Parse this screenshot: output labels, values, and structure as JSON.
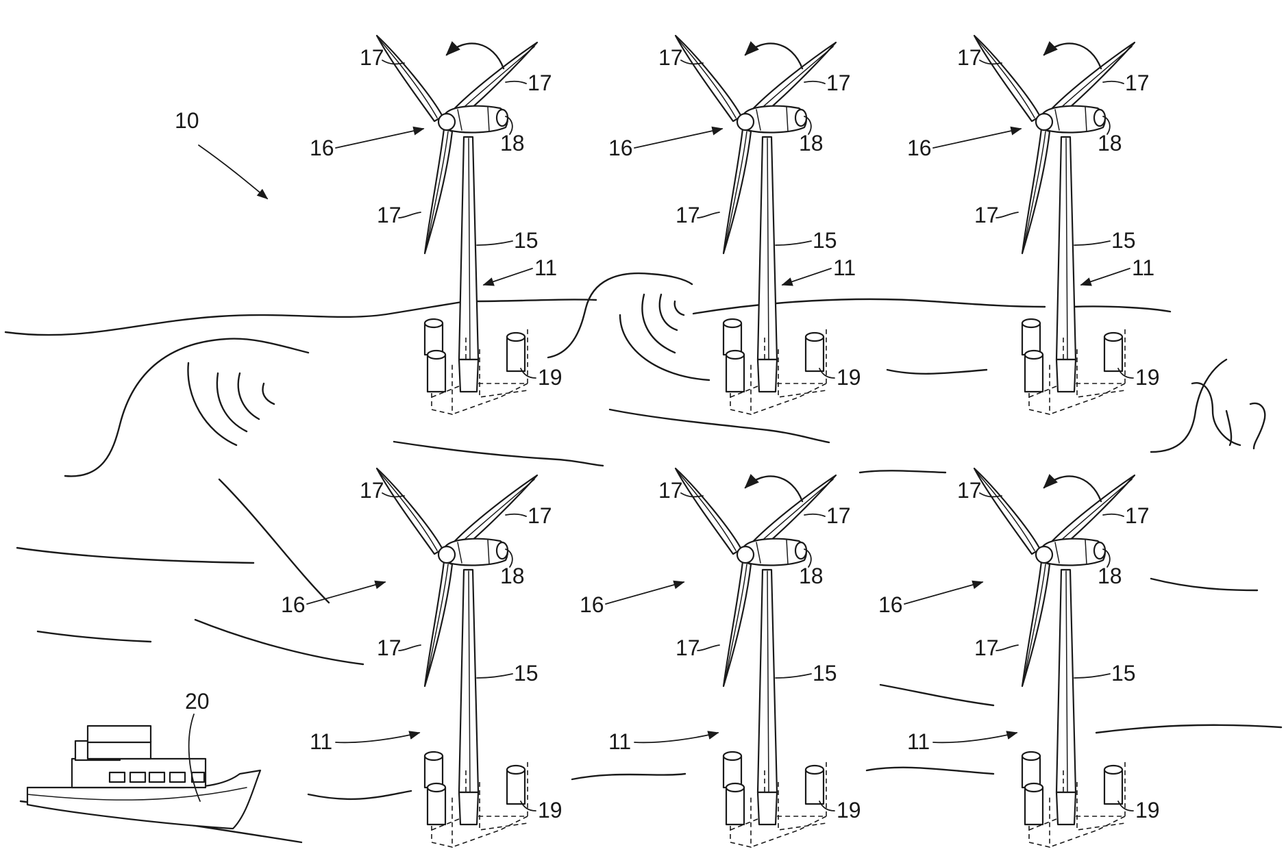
{
  "figure": {
    "labels": {
      "farm": "10",
      "turbine": "11",
      "tower": "15",
      "rotor": "16",
      "blade": "17",
      "nacelle": "18",
      "foundation": "19",
      "vessel": "20"
    },
    "turbines": [
      {
        "id": "t1",
        "row": 1,
        "col": 1,
        "rotating": true
      },
      {
        "id": "t2",
        "row": 1,
        "col": 2,
        "rotating": true
      },
      {
        "id": "t3",
        "row": 1,
        "col": 3,
        "rotating": true
      },
      {
        "id": "t4",
        "row": 2,
        "col": 1,
        "rotating": false
      },
      {
        "id": "t5",
        "row": 2,
        "col": 2,
        "rotating": true
      },
      {
        "id": "t6",
        "row": 2,
        "col": 3,
        "rotating": true
      }
    ]
  }
}
